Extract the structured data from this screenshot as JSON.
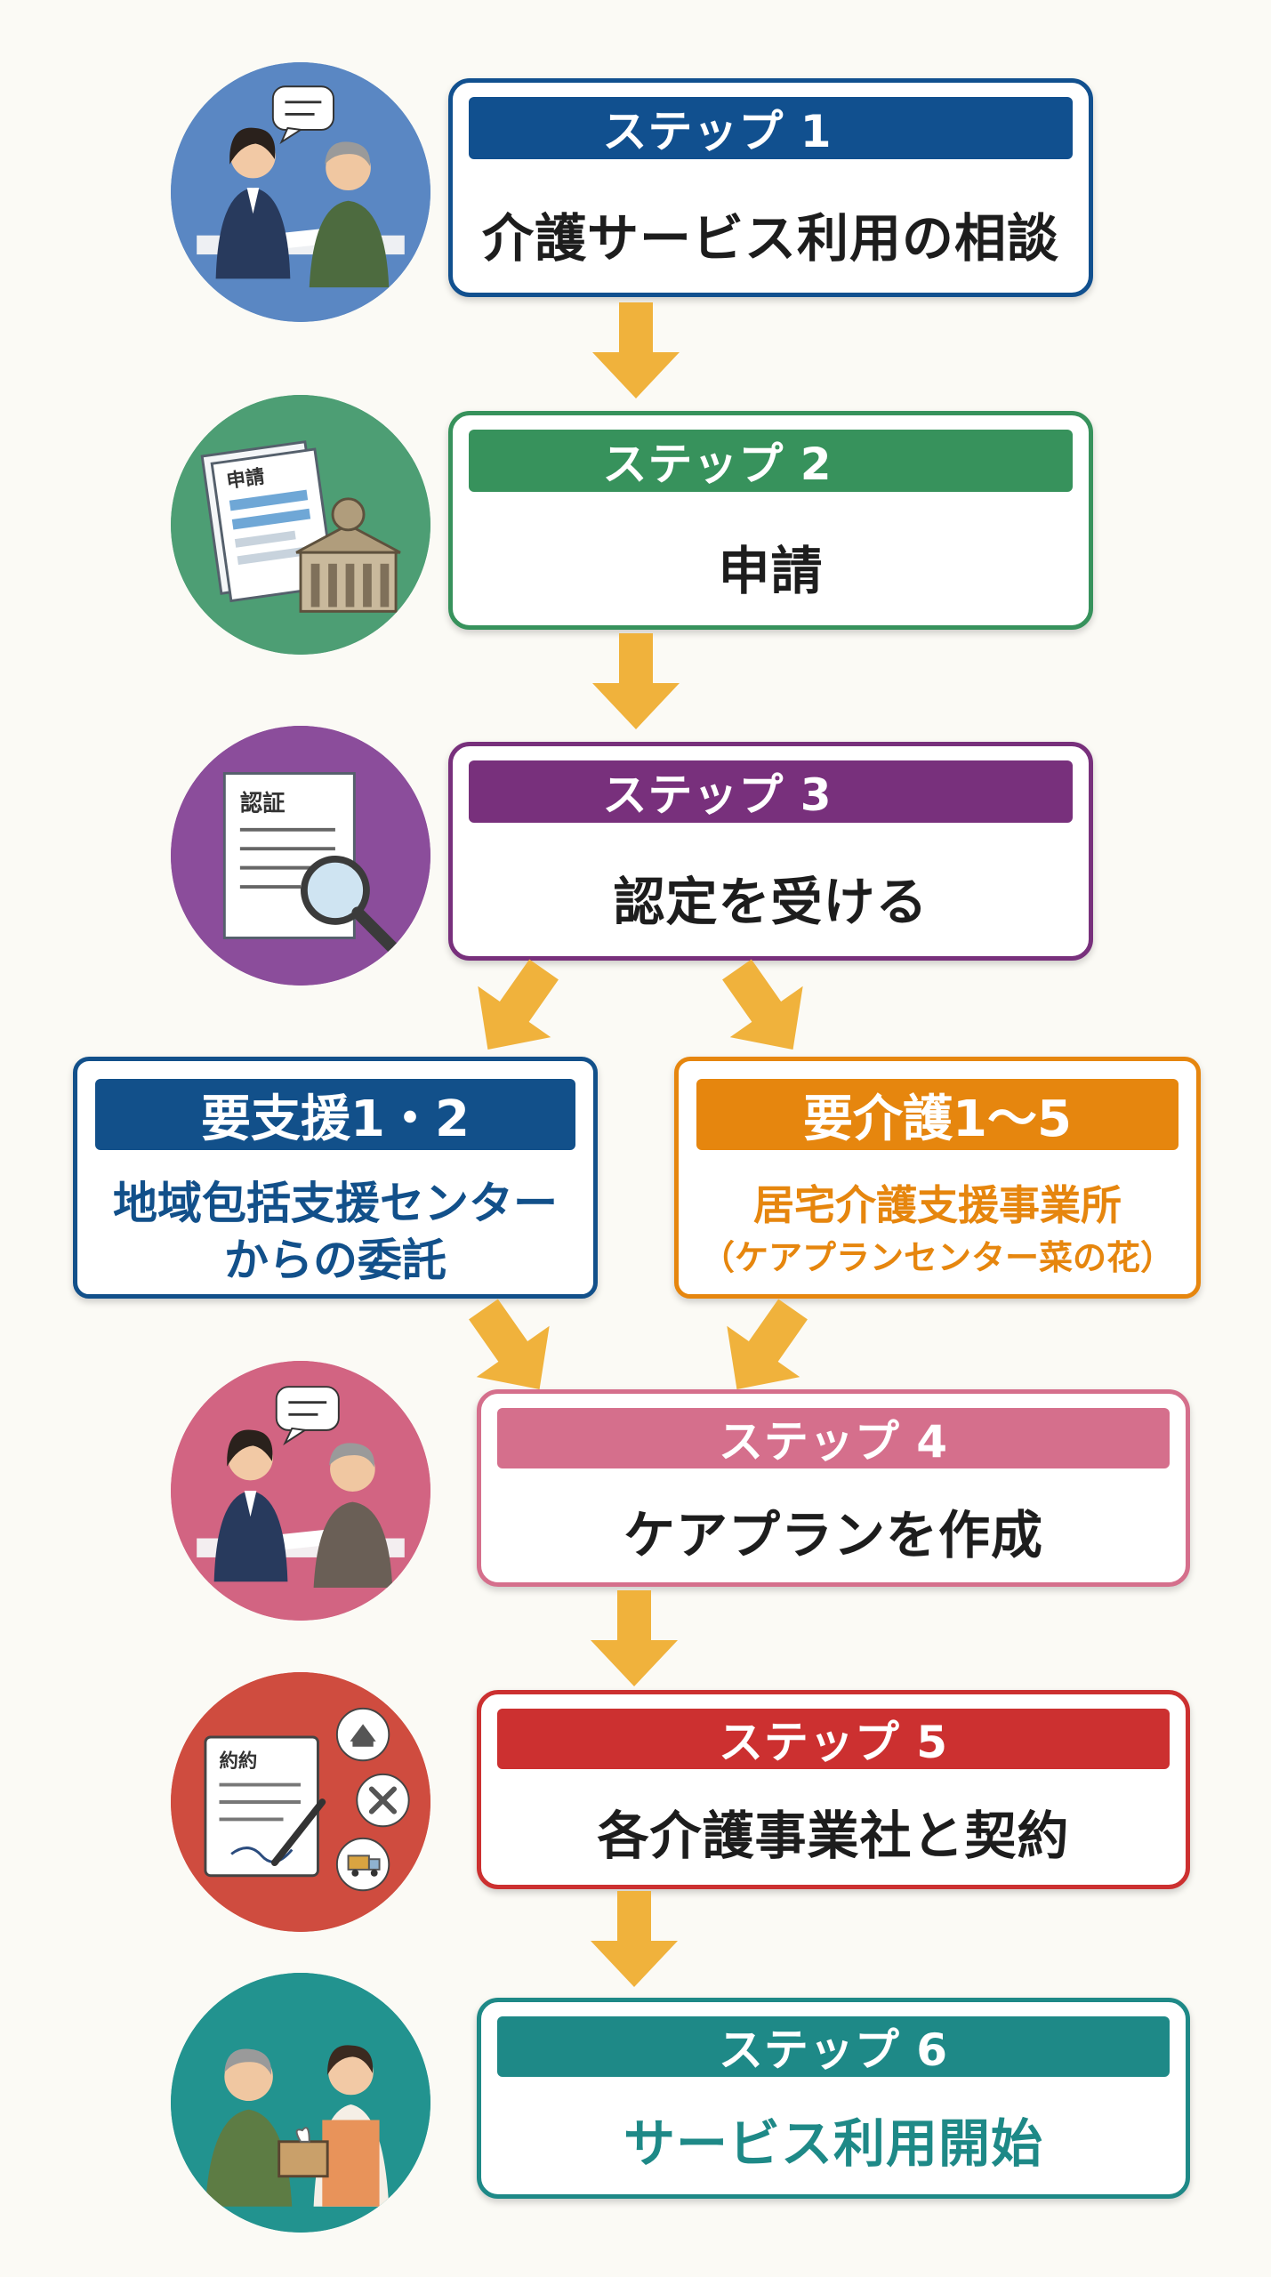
{
  "colors": {
    "arrow": "#f0b23c",
    "step1": "#11508f",
    "step2": "#37925c",
    "step3": "#78307c",
    "support": "#12508a",
    "care": "#e6860e",
    "step4": "#d56f8c",
    "step5": "#cc3030",
    "step6": "#1e8987"
  },
  "steps": [
    {
      "label": "ステップ 1",
      "text": "介護サービス利用の相談",
      "icon": "consultation-illustration"
    },
    {
      "label": "ステップ 2",
      "text": "申請",
      "icon": "application-document-illustration"
    },
    {
      "label": "ステップ 3",
      "text": "認定を受ける",
      "icon": "certification-magnifier-illustration"
    },
    {
      "label": "ステップ 4",
      "text": "ケアプランを作成",
      "icon": "care-plan-meeting-illustration"
    },
    {
      "label": "ステップ 5",
      "text": "各介護事業社と契約",
      "icon": "contract-signing-illustration"
    },
    {
      "label": "ステップ 6",
      "text": "サービス利用開始",
      "icon": "service-start-illustration"
    }
  ],
  "branches": {
    "support": {
      "title": "要支援1・2",
      "line1": "地域包括支援センター",
      "line2": "からの委託"
    },
    "care": {
      "title": "要介護1〜5",
      "line1": "居宅介護支援事業所",
      "line2": "（ケアプランセンター菜の花）"
    }
  },
  "illustration_labels": {
    "application_doc": "申請",
    "certificate_doc": "認証",
    "contract_doc": "約約"
  }
}
